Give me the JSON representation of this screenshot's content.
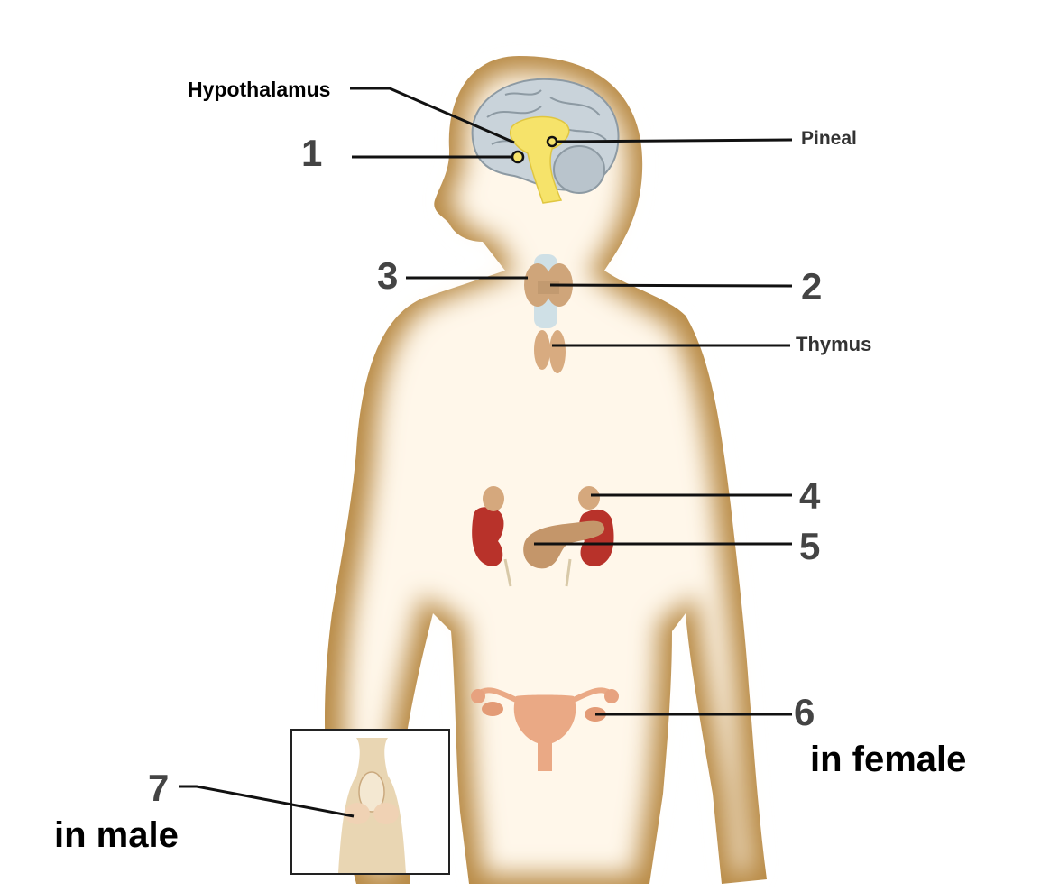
{
  "labels": {
    "hypothalamus": "Hypothalamus",
    "pineal": "Pineal",
    "thymus": "Thymus",
    "n1": "1",
    "n2": "2",
    "n3": "3",
    "n4": "4",
    "n5": "5",
    "n6": "6",
    "n7": "7",
    "in_female": "in female",
    "in_male": "in male"
  },
  "colors": {
    "skin_edge": "#b88a45",
    "skin_inner": "#fffaf2",
    "brain": "#c9d3da",
    "brain_line": "#8d9aa3",
    "hypothalamus": "#f6e36a",
    "gland": "#cfa57a",
    "kidney": "#b8322a",
    "pancreas": "#c4966a",
    "uterus": "#eaa985",
    "line": "#111111"
  }
}
